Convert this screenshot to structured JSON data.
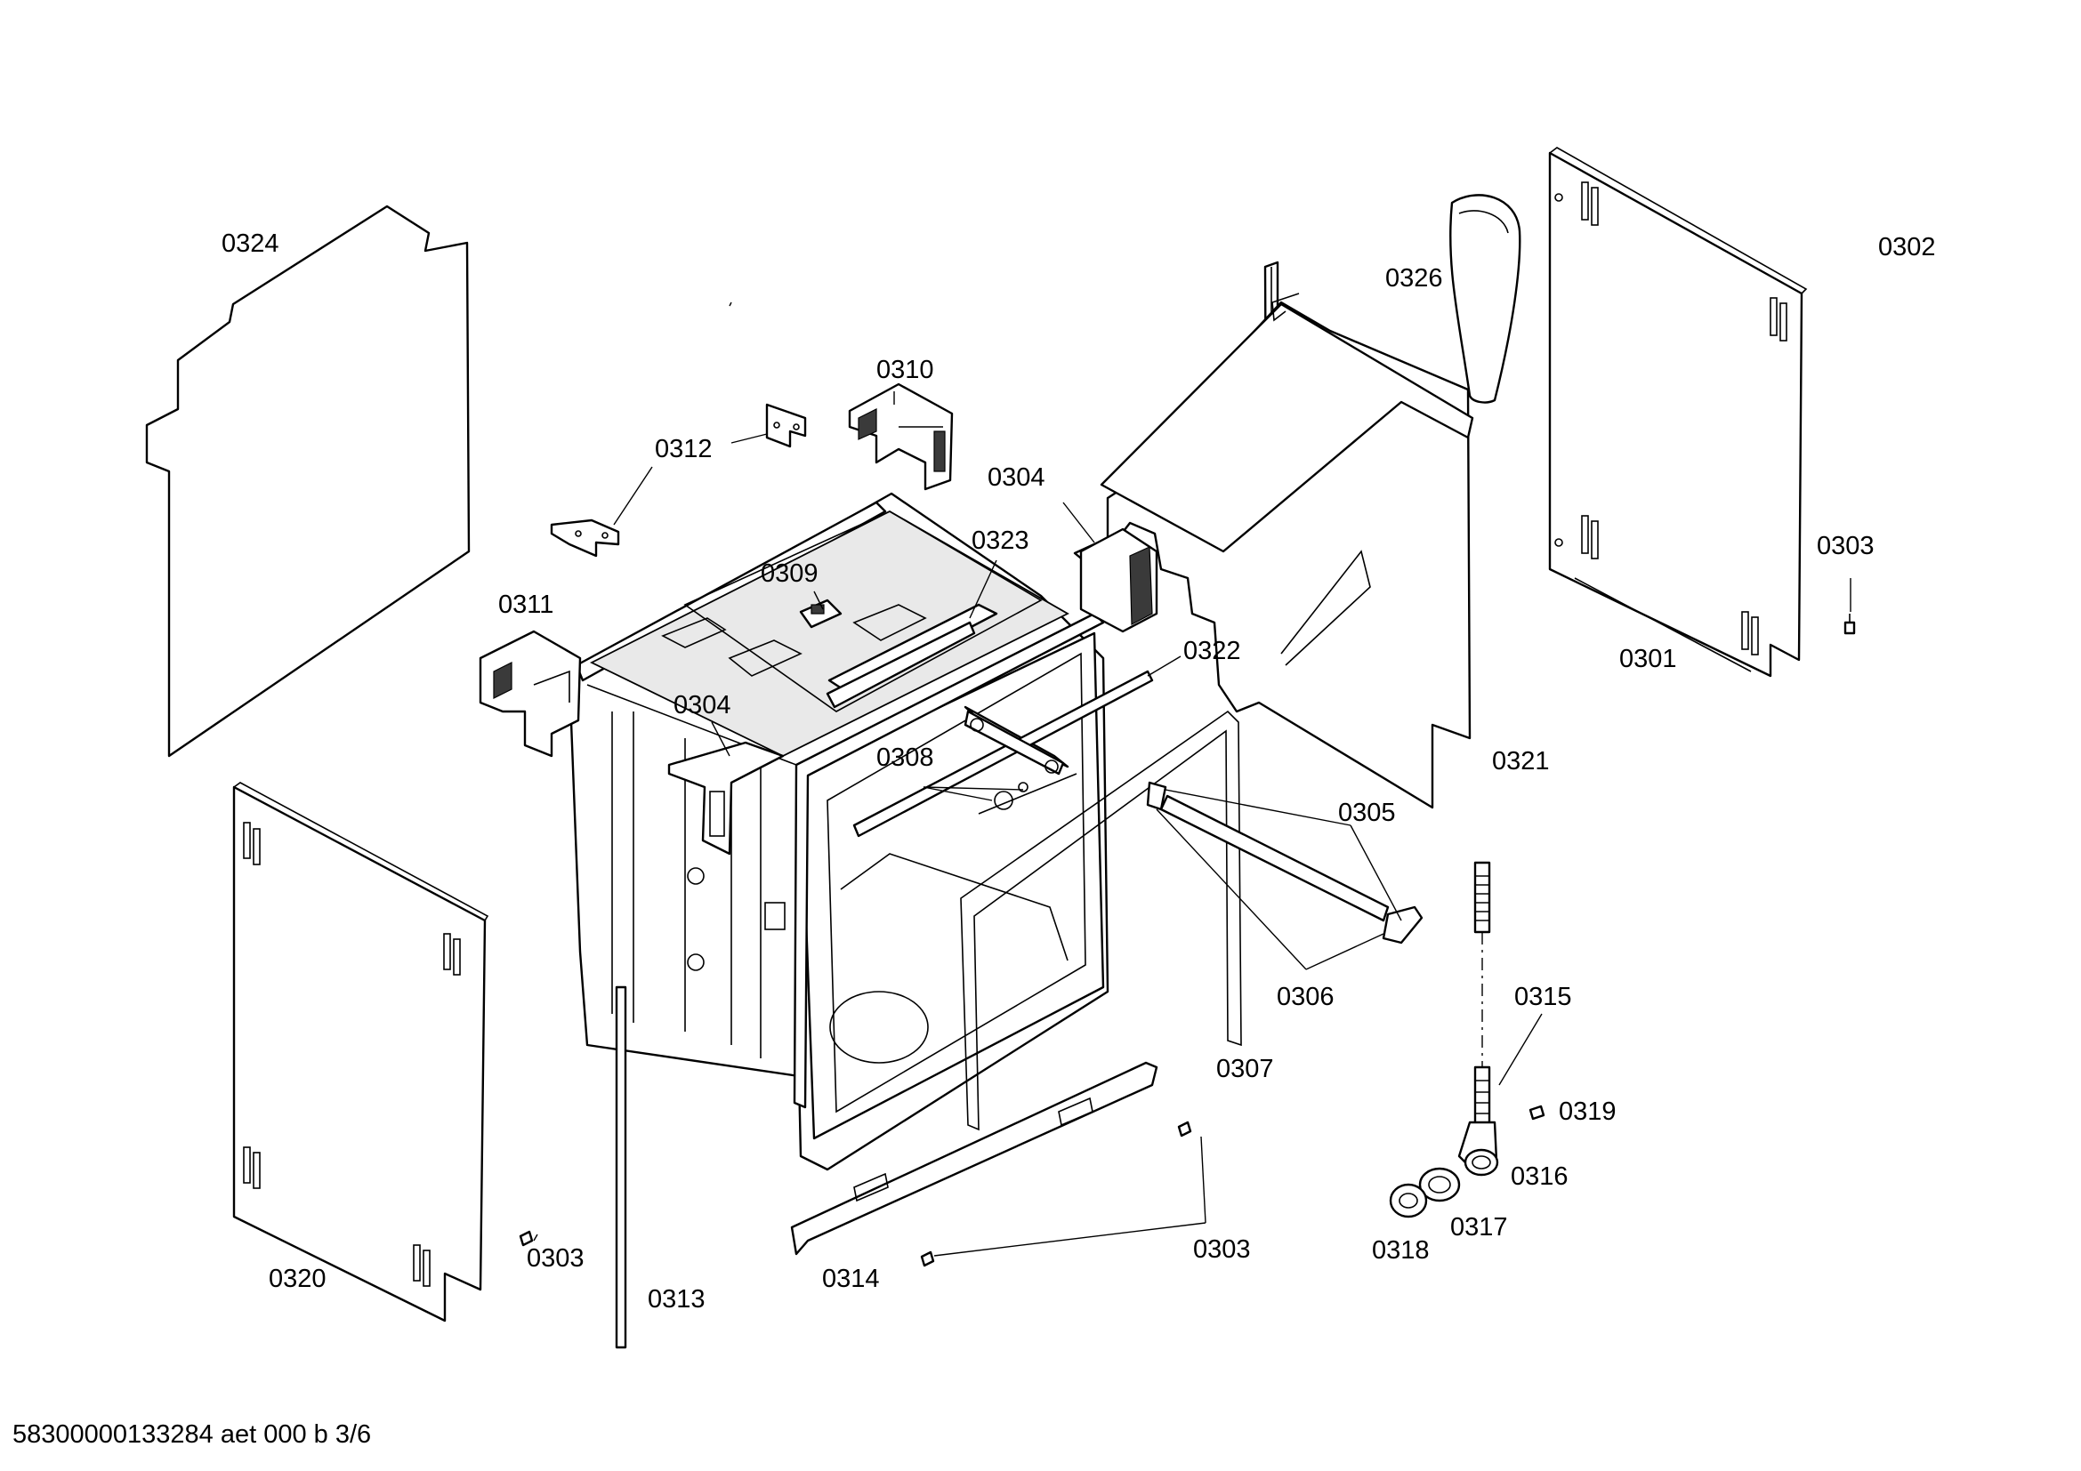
{
  "document_id": "58300000133284 aet 000 b 3/6",
  "labels": {
    "0301": "0301",
    "0302": "0302",
    "0303": "0303",
    "0304": "0304",
    "0305": "0305",
    "0306": "0306",
    "0307": "0307",
    "0308": "0308",
    "0309": "0309",
    "0310": "0310",
    "0311": "0311",
    "0312": "0312",
    "0313": "0313",
    "0314": "0314",
    "0315": "0315",
    "0316": "0316",
    "0317": "0317",
    "0318": "0318",
    "0319": "0319",
    "0320": "0320",
    "0321": "0321",
    "0322": "0322",
    "0323": "0323",
    "0324": "0324",
    "0326": "0326"
  }
}
